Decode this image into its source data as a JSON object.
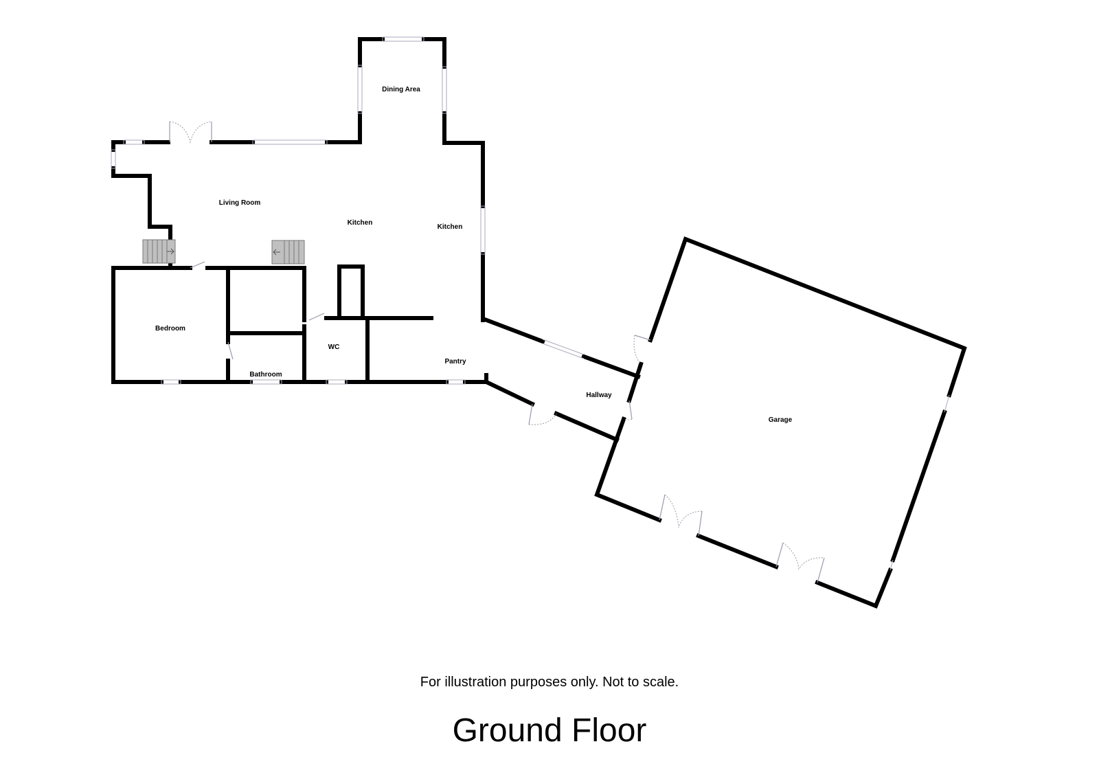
{
  "rooms": {
    "dining_area": "Dining Area",
    "living_room": "Living Room",
    "kitchen_1": "Kitchen",
    "kitchen_2": "Kitchen",
    "bedroom": "Bedroom",
    "wc": "WC",
    "bathroom": "Bathroom",
    "pantry": "Pantry",
    "hallway": "Hallway",
    "garage": "Garage"
  },
  "footer": {
    "disclaimer": "For illustration purposes only. Not to scale.",
    "floor_title": "Ground Floor"
  }
}
